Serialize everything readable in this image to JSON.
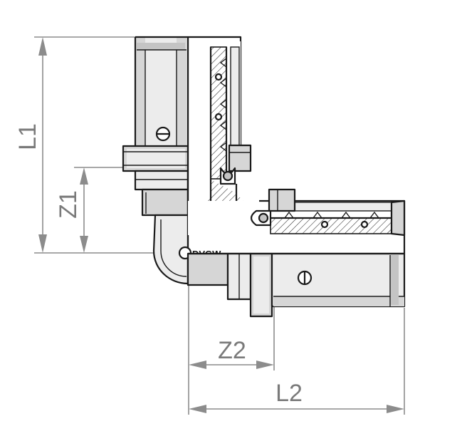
{
  "dimensions": {
    "l1": "L1",
    "z1": "Z1",
    "z2": "Z2",
    "l2": "L2"
  },
  "marking": "DVGW"
}
